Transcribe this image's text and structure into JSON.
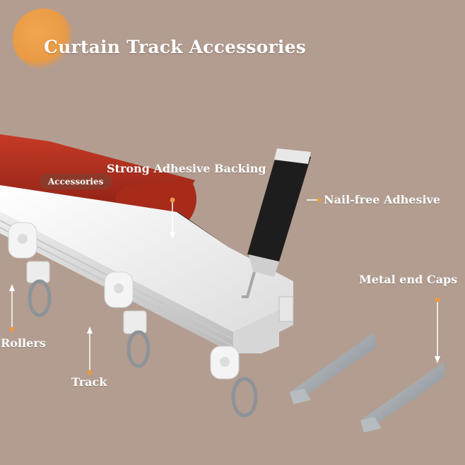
{
  "title": "Curtain Track Accessories",
  "badge": "Accessories",
  "labels": {
    "adhesive_backing": "Strong Adhesive Backing",
    "nail_free": "Nail-free Adhesive",
    "end_caps": "Metal end Caps",
    "rollers": "Rollers",
    "track": "Track"
  },
  "colors": {
    "background": "#b39d90",
    "accent_dot": "#e99a45",
    "adhesive_red": "#b5301f",
    "track_white": "#f3f3f3",
    "metal_grey": "#9aa0a6"
  }
}
